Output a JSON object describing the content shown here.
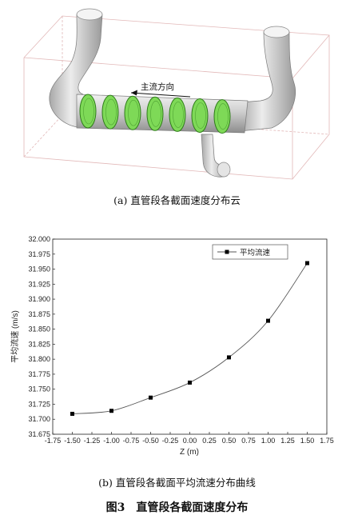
{
  "figure_a": {
    "flow_label": "主流方向",
    "caption": "(a) 直管段各截面速度分布云"
  },
  "figure_b": {
    "caption": "(b) 直管段各截面平均流速分布曲线"
  },
  "figure_title": {
    "number": "图3",
    "text": "直管段各截面速度分布"
  },
  "colors": {
    "pipe": "#c8c8c8",
    "section_fill": "#7ed957",
    "section_edge": "#2f7d1a",
    "line": "#555555",
    "marker": "#000000"
  },
  "chart_data": {
    "type": "line",
    "xlabel": "Z (m)",
    "ylabel": "平均流速 (m/s)",
    "xlim": [
      -1.75,
      1.75
    ],
    "ylim": [
      31.675,
      32.0
    ],
    "xticks": [
      "-1.75",
      "-1.50",
      "-1.25",
      "-1.00",
      "-0.75",
      "-0.50",
      "-0.25",
      "0.00",
      "0.25",
      "0.50",
      "0.75",
      "1.00",
      "1.25",
      "1.50",
      "1.75"
    ],
    "yticks": [
      "31.675",
      "31.700",
      "31.725",
      "31.750",
      "31.775",
      "31.800",
      "31.825",
      "31.850",
      "31.875",
      "31.900",
      "31.925",
      "31.950",
      "31.975",
      "32.000"
    ],
    "legend_position": "top-right",
    "series": [
      {
        "name": "平均流速",
        "x": [
          -1.5,
          -1.0,
          -0.5,
          0.0,
          0.5,
          1.0,
          1.5
        ],
        "y": [
          31.709,
          31.714,
          31.736,
          31.761,
          31.803,
          31.864,
          31.96
        ]
      }
    ]
  }
}
